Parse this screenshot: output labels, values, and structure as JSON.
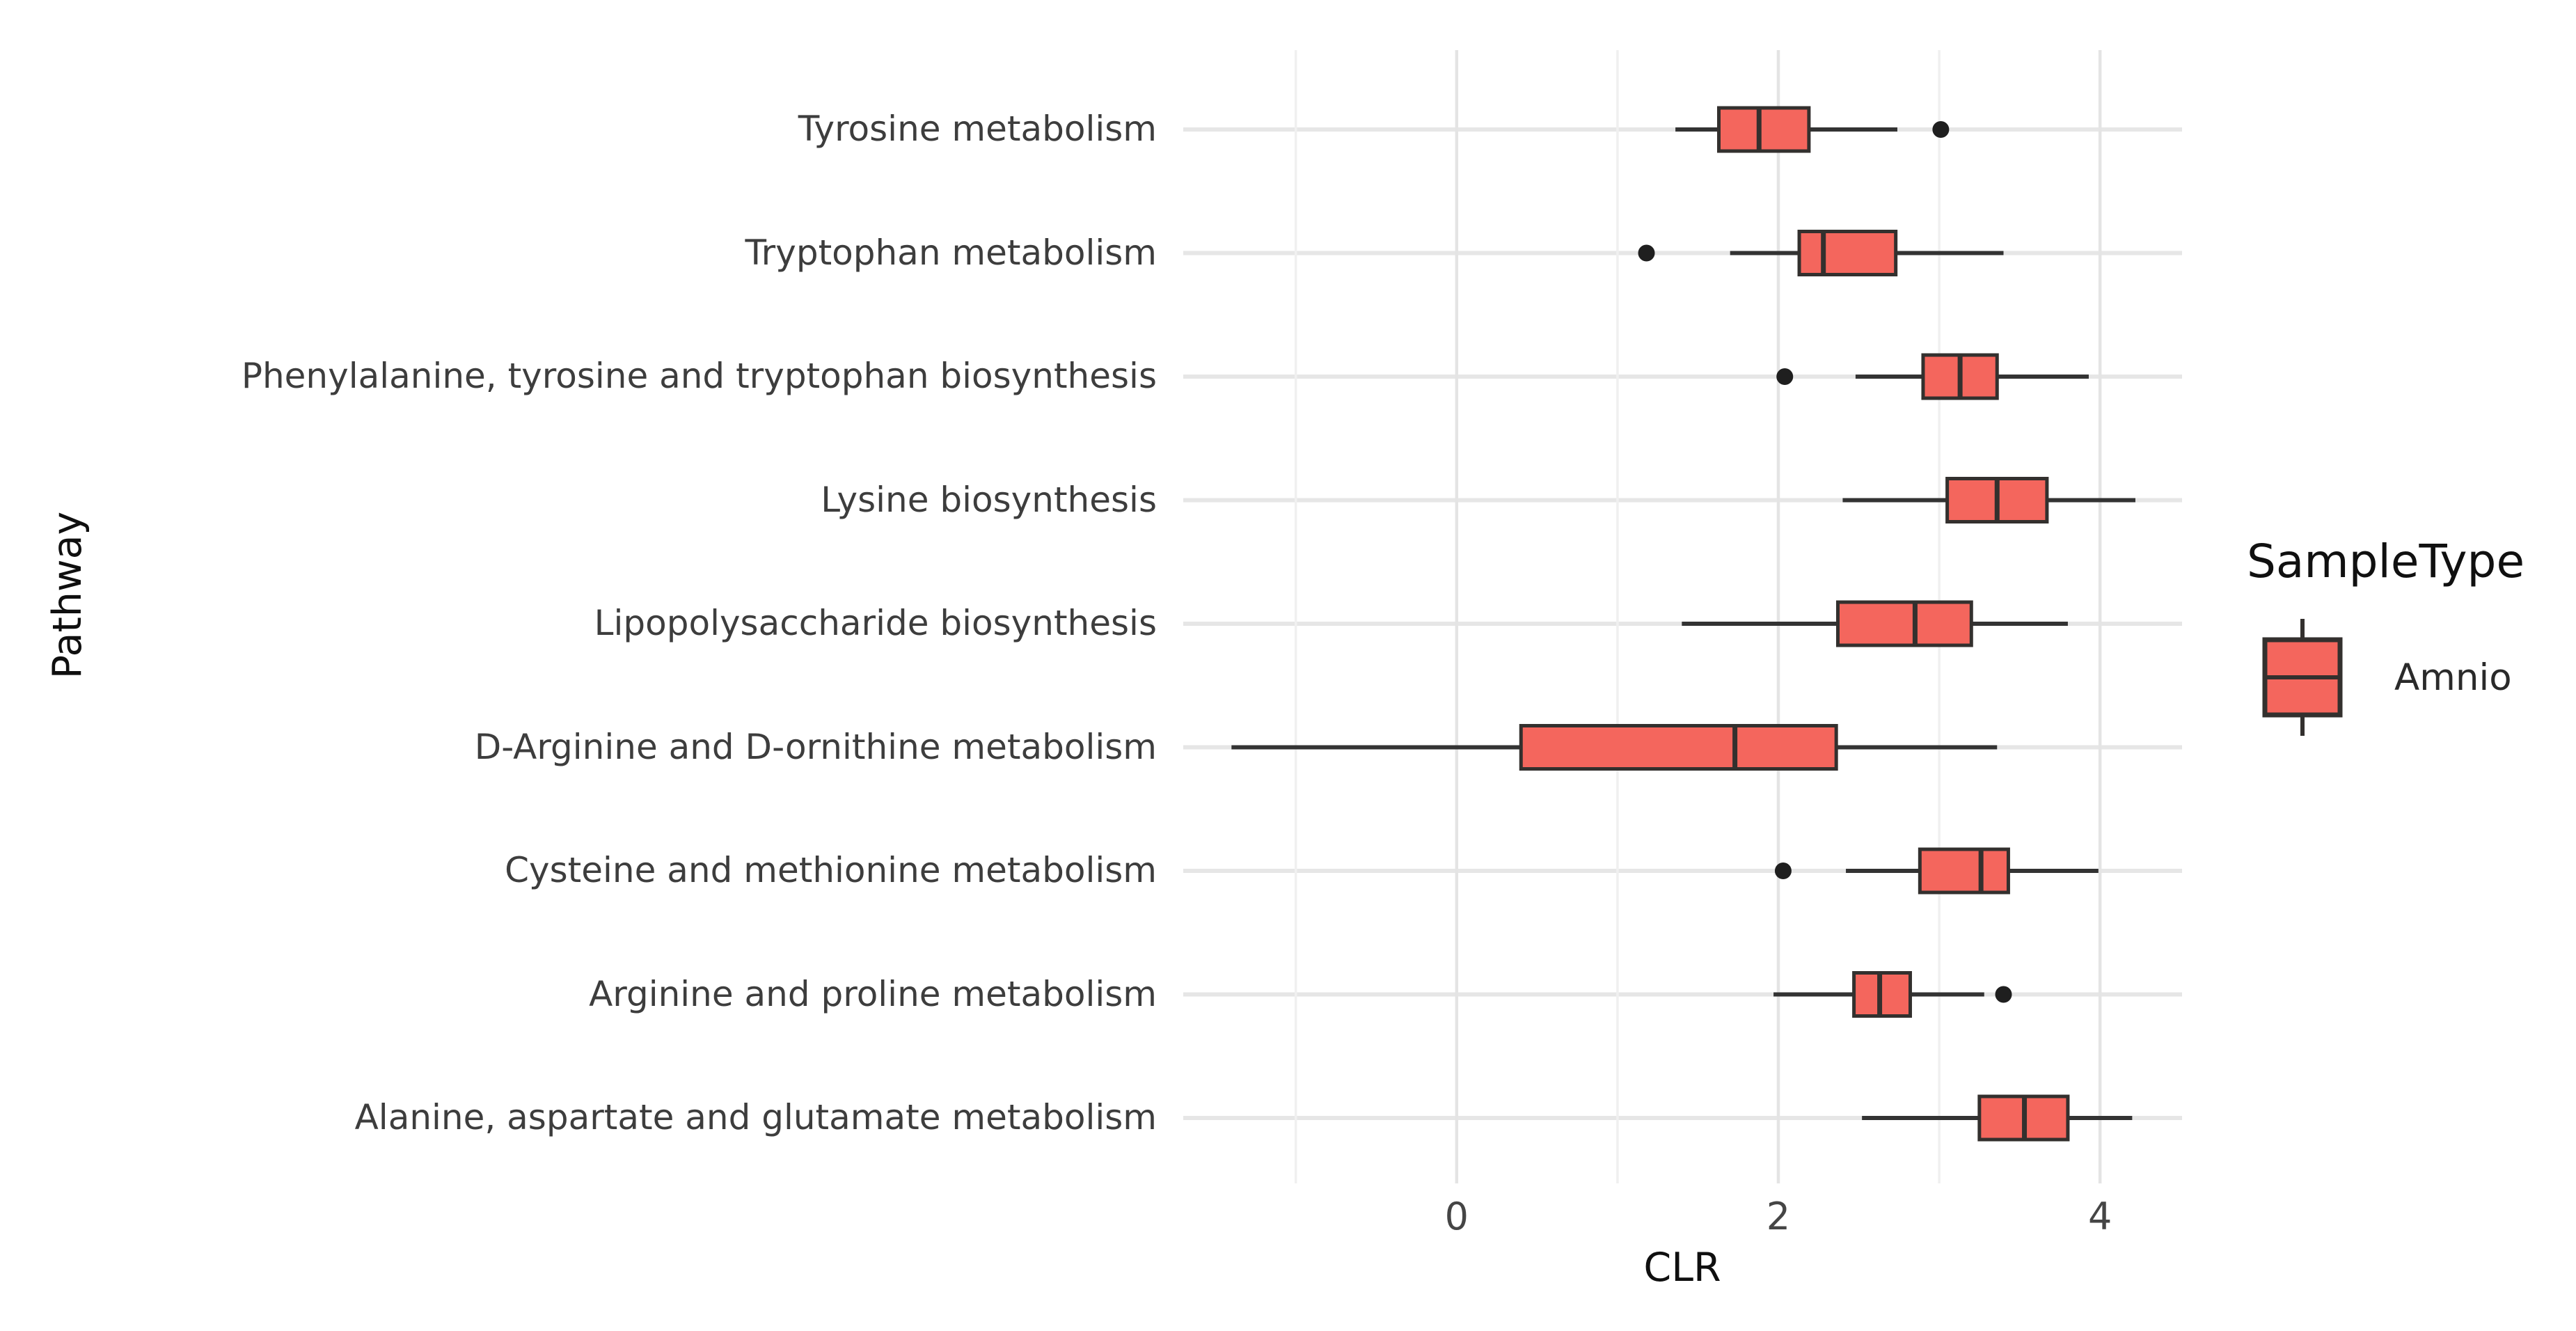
{
  "style": {
    "background": "#ffffff",
    "box_fill": "#f4665d",
    "box_stroke": "#33302e",
    "whisker_color": "#333333",
    "outlier_color": "#1f1f1f",
    "grid_horizontal": "#e6e6e6",
    "grid_major_vertical": "#e4e4e4",
    "grid_minor_vertical": "#f0f0f0",
    "axis_text_color": "#3d3d3d",
    "axis_title_color": "#0f0f0f"
  },
  "chart_data": {
    "type": "boxplot",
    "orientation": "horizontal",
    "title": "",
    "xlabel": "CLR",
    "ylabel": "Pathway",
    "x_ticks": [
      0,
      2,
      4
    ],
    "x_tick_labels": [
      "0",
      "2",
      "4"
    ],
    "x_minor_ticks": [
      -1,
      1,
      3
    ],
    "xlim": [
      -1.7,
      4.51
    ],
    "grid": true,
    "legend": {
      "position": "right",
      "title": "SampleType",
      "entries": [
        {
          "label": "Amnio",
          "fill": "#f4665d"
        }
      ]
    },
    "categories": [
      "Tyrosine metabolism",
      "Tryptophan metabolism",
      "Phenylalanine, tyrosine and tryptophan biosynthesis",
      "Lysine biosynthesis",
      "Lipopolysaccharide biosynthesis",
      "D-Arginine and D-ornithine metabolism",
      "Cysteine and methionine metabolism",
      "Arginine and proline metabolism",
      "Alanine, aspartate and glutamate metabolism"
    ],
    "series": [
      {
        "name": "Amnio",
        "boxes": [
          {
            "pathway": "Tyrosine metabolism",
            "whisker_low": 1.36,
            "q1": 1.63,
            "median": 1.88,
            "q3": 2.19,
            "whisker_high": 2.74,
            "outliers": [
              3.01
            ]
          },
          {
            "pathway": "Tryptophan metabolism",
            "whisker_low": 1.7,
            "q1": 2.13,
            "median": 2.28,
            "q3": 2.73,
            "whisker_high": 3.4,
            "outliers": [
              1.18
            ]
          },
          {
            "pathway": "Phenylalanine, tyrosine and tryptophan biosynthesis",
            "whisker_low": 2.48,
            "q1": 2.9,
            "median": 3.13,
            "q3": 3.36,
            "whisker_high": 3.93,
            "outliers": [
              2.04
            ]
          },
          {
            "pathway": "Lysine biosynthesis",
            "whisker_low": 2.4,
            "q1": 3.05,
            "median": 3.36,
            "q3": 3.67,
            "whisker_high": 4.22,
            "outliers": []
          },
          {
            "pathway": "Lipopolysaccharide biosynthesis",
            "whisker_low": 1.4,
            "q1": 2.37,
            "median": 2.85,
            "q3": 3.2,
            "whisker_high": 3.8,
            "outliers": []
          },
          {
            "pathway": "D-Arginine and D-ornithine metabolism",
            "whisker_low": -1.4,
            "q1": 0.4,
            "median": 1.73,
            "q3": 2.36,
            "whisker_high": 3.36,
            "outliers": []
          },
          {
            "pathway": "Cysteine and methionine metabolism",
            "whisker_low": 2.42,
            "q1": 2.88,
            "median": 3.26,
            "q3": 3.43,
            "whisker_high": 3.99,
            "outliers": [
              2.03
            ]
          },
          {
            "pathway": "Arginine and proline metabolism",
            "whisker_low": 1.97,
            "q1": 2.47,
            "median": 2.63,
            "q3": 2.82,
            "whisker_high": 3.28,
            "outliers": [
              3.4
            ]
          },
          {
            "pathway": "Alanine, aspartate and glutamate metabolism",
            "whisker_low": 2.52,
            "q1": 3.25,
            "median": 3.53,
            "q3": 3.8,
            "whisker_high": 4.2,
            "outliers": []
          }
        ]
      }
    ]
  }
}
